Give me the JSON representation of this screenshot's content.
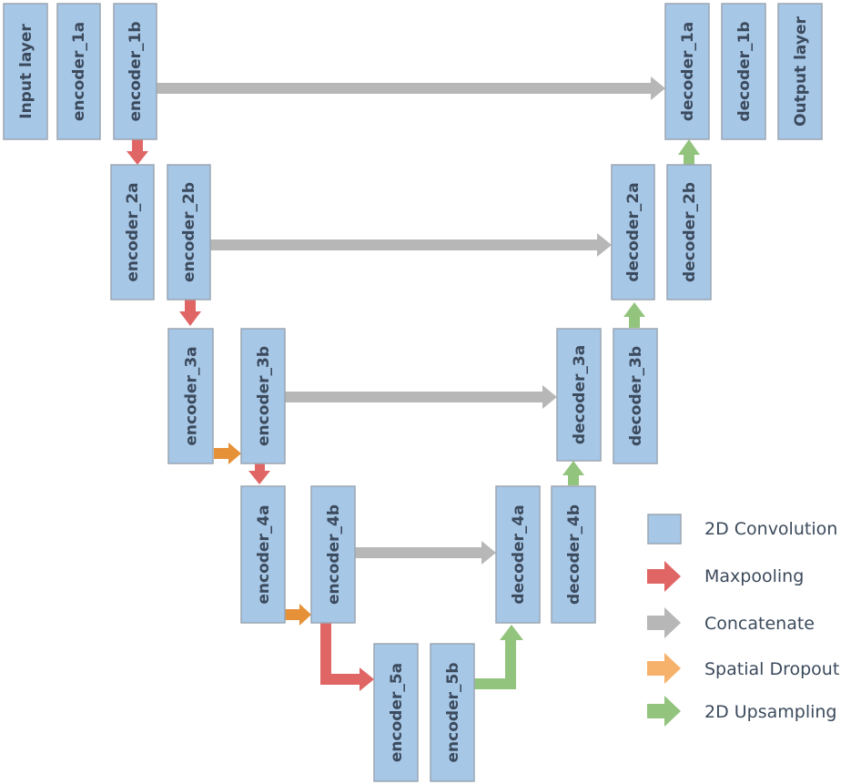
{
  "colors": {
    "block_fill": "#a7c7e7",
    "block_stroke": "#9aa6b2",
    "maxpooling": "#e06666",
    "concatenate": "#b7b7b7",
    "spatial_dropout": "#e69138",
    "upsampling": "#93c47d"
  },
  "blocks": {
    "input": "Input layer",
    "enc1a": "encoder_1a",
    "enc1b": "encoder_1b",
    "enc2a": "encoder_2a",
    "enc2b": "encoder_2b",
    "enc3a": "encoder_3a",
    "enc3b": "encoder_3b",
    "enc4a": "encoder_4a",
    "enc4b": "encoder_4b",
    "enc5a": "encoder_5a",
    "enc5b": "encoder_5b",
    "dec4a": "decoder_4a",
    "dec4b": "decoder_4b",
    "dec3a": "decoder_3a",
    "dec3b": "decoder_3b",
    "dec2a": "decoder_2a",
    "dec2b": "decoder_2b",
    "dec1a": "decoder_1a",
    "dec1b": "decoder_1b",
    "output": "Output layer"
  },
  "legend": {
    "conv": "2D Convolution",
    "maxpool": "Maxpooling",
    "concat": "Concatenate",
    "dropout": "Spatial Dropout",
    "upsample": "2D Upsampling"
  }
}
